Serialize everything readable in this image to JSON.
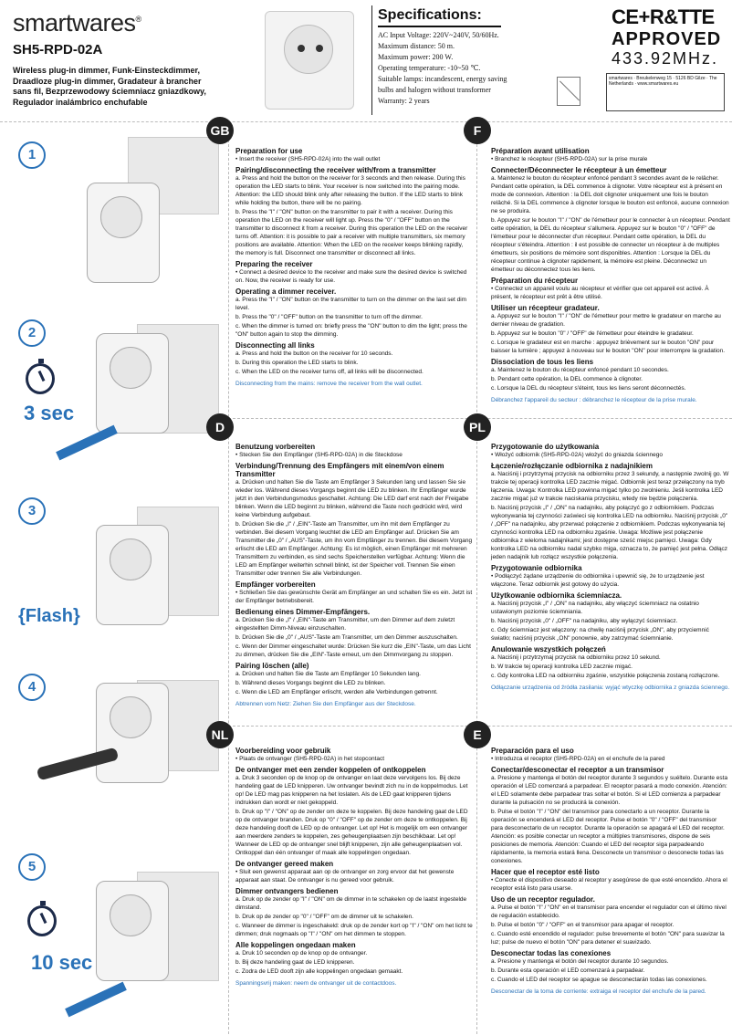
{
  "header": {
    "brand": "smartwares",
    "model": "SH5-RPD-02A",
    "subtitle": "Wireless plug-in dimmer, Funk-Einsteckdimmer, Draadloze plug-in dimmer, Gradateur à brancher sans fil, Bezprzewodowy ściemniacz gniazdkowy, Regulador inalámbrico enchufable"
  },
  "specs": {
    "title": "Specifications:",
    "lines": [
      "AC Input Voltage: 220V~240V, 50/60Hz.",
      "Maximum distance: 50 m.",
      "Maximum power: 200 W.",
      "Operating temperature: -10~50 ℃.",
      "Suitable lamps: incandescent, energy saving bulbs and halogen without transformer",
      "Warranty: 2 years"
    ],
    "ce": "CE+R&TTE",
    "approved": "APPROVED",
    "frequency": "433.92MHz.",
    "label_text": "smartwares · Breukelenweg 15 · 5126 BD Gilze · The Netherlands · www.smartwares.eu"
  },
  "steps": {
    "s1": "1",
    "s2": "2",
    "s3": "3",
    "s4": "4",
    "s5": "5",
    "sec3": "3 sec",
    "flash": "{Flash}",
    "sec10": "10 sec"
  },
  "badges": {
    "gb": "GB",
    "f": "F",
    "d": "D",
    "pl": "PL",
    "nl": "NL",
    "e": "E"
  },
  "gb": {
    "h1": "Preparation for use",
    "p1": "•   Insert the receiver (SH5-RPD-02A) into the wall outlet",
    "h2": "Pairing/disconnecting the receiver with/from a transmitter",
    "p2a": "a.   Press and hold the button on the receiver for 3 seconds and then release. During this operation the LED starts to blink. Your receiver is now switched into the pairing mode. Attention: the LED should blink only after releasing the button. If the LED starts to blink while holding the button, there will be no pairing.",
    "p2b": "b.  Press the \"I\" / \"ON\" button on the transmitter to pair it with a receiver. During this operation the LED on the receiver will light up. Press the \"0\" / \"OFF\" button on the transmitter to disconnect it from a receiver. During this operation the LED on the receiver turns off. Attention: it is possible to pair a receiver with multiple transmitters, six memory positions are available. Attention: When the LED on the receiver keeps blinking rapidly, the memory is full. Disconnect one transmitter or disconnect all links.",
    "h3": "Preparing the receiver",
    "p3": "•   Connect a desired device to the receiver and make sure the desired device is switched on. Now, the receiver is ready for use.",
    "h4": "Operating a dimmer receiver.",
    "p4a": "a.   Press the \"I\" / \"ON\" button on the transmitter to turn on the dimmer on the last set dim level.",
    "p4b": "b.   Press the \"0\" / \"OFF\" button on the transmitter to turn off the dimmer.",
    "p4c": "c.  When the dimmer is turned on: briefly press the \"ON\" button to dim the light; press the \"ON\" button again to stop the dimming.",
    "h5": "Disconnecting all links",
    "p5a": "a.   Press and hold the button on the receiver for 10 seconds.",
    "p5b": "b.   During this operation the LED starts to blink.",
    "p5c": "c.   When the LED on the receiver turns off, all links will be disconnected.",
    "note": "Disconnecting from the mains: remove the receiver from the wall outlet."
  },
  "fr": {
    "h1": "Préparation avant utilisation",
    "p1": "•   Branchez le récepteur (SH5-RPD-02A) sur la prise murale",
    "h2": "Connecter/Déconnecter le récepteur à un émetteur",
    "p2a": "a.   Maintenez le bouton du récepteur enfoncé pendant 3 secondes avant de le relâcher. Pendant cette opération, la DEL commence à clignoter. Votre récepteur est à présent en mode de connexion. Attention : la DEL doit clignoter uniquement une fois le bouton relâché. Si la DEL commence à clignoter lorsque le bouton est enfoncé, aucune connexion ne se produira.",
    "p2b": "b.  Appuyez sur le bouton \"I\" / \"ON\" de l'émetteur pour le connecter à un récepteur. Pendant cette opération, la DEL du récepteur s'allumera. Appuyez sur le bouton \"0\" / \"OFF\" de l'émetteur pour le déconnecter d'un récepteur. Pendant cette opération, la DEL du récepteur s'éteindra. Attention : il est possible de connecter un récepteur à de multiples émetteurs, six positions de mémoire sont disponibles. Attention : Lorsque la DEL du récepteur continue à clignoter rapidement, la mémoire est pleine. Déconnectez un émetteur ou déconnectez tous les liens.",
    "h3": "Préparation du récepteur",
    "p3": "•   Connectez un appareil voulu au récepteur et vérifier que cet appareil est activé. À présent, le récepteur est prêt à être utilisé.",
    "h4": "Utiliser un récepteur gradateur.",
    "p4a": "a.   Appuyez sur le bouton \"I\" / \"ON\" de l'émetteur pour mettre le gradateur en marche au dernier niveau de gradation.",
    "p4b": "b.   Appuyez sur le bouton \"0\" / \"OFF\" de l'émetteur pour éteindre le gradateur.",
    "p4c": "c. Lorsque le gradateur est en marche : appuyez brièvement sur le bouton \"ON\" pour baisser la lumière ; appuyez à nouveau sur le bouton \"ON\" pour interrompre la gradation.",
    "h5": "Dissociation de tous les liens",
    "p5a": "a.   Maintenez le bouton du récepteur enfoncé pendant 10 secondes.",
    "p5b": "b.   Pendant cette opération, la DEL commence à clignoter.",
    "p5c": "c.   Lorsque la DEL du récepteur s'éteint, tous les liens seront déconnectés.",
    "note": "Débranchez l'appareil du secteur : débranchez le récepteur de la prise murale."
  },
  "de": {
    "h1": "Benutzung vorbereiten",
    "p1": "•   Stecken Sie den Empfänger (SH5-RPD-02A) in die Steckdose",
    "h2": "Verbindung/Trennung des Empfängers mit einem/von einem Transmitter",
    "p2a": "a.   Drücken und halten Sie die Taste am Empfänger 3 Sekunden lang und lassen Sie sie wieder los. Während dieses Vorgangs beginnt die LED zu blinken. Ihr Empfänger wurde jetzt in den Verbindungsmodus geschaltet. Achtung: Die LED darf erst nach der Freigabe blinken. Wenn die LED beginnt zu blinken, während die Taste noch gedrückt wird, wird keine Verbindung aufgebaut.",
    "p2b": "b. Drücken Sie die „I\" / „EIN\"-Taste am Transmitter, um ihn mit dem Empfänger zu verbinden. Bei diesem Vorgang leuchtet die LED am Empfänger auf. Drücken Sie am Transmitter die „0\" / „AUS\"-Taste, um ihn vom Empfänger zu trennen. Bei diesem Vorgang erlischt die LED am Empfänger. Achtung: Es ist möglich, einen Empfänger mit mehreren Transmittern zu verbinden, es sind sechs Speicherstellen verfügbar. Achtung: Wenn die LED am Empfänger weiterhin schnell blinkt, ist der Speicher voll. Trennen Sie einen Transmitter oder trennen Sie alle Verbindungen.",
    "h3": "Empfänger vorbereiten",
    "p3": "•   Schließen Sie das gewünschte Gerät am Empfänger an und schalten Sie es ein. Jetzt ist der Empfänger betriebsbereit.",
    "h4": "Bedienung eines Dimmer-Empfängers.",
    "p4a": "a.   Drücken Sie die „I\" / „EIN\"-Taste am Transmitter, um den Dimmer auf dem zuletzt eingestellten Dimm-Niveau einzuschalten.",
    "p4b": "b.   Drücken Sie die „0\" / „AUS\"-Taste am Transmitter, um den Dimmer auszuschalten.",
    "p4c": "c.  Wenn der Dimmer eingeschaltet wurde: Drücken Sie kurz die „EIN\"-Taste, um das Licht zu dimmen, drücken Sie die „EIN\"-Taste erneut, um den Dimmvorgang zu stoppen.",
    "h5": "Pairing löschen (alle)",
    "p5a": "a.   Drücken und halten Sie die Taste am Empfänger 10 Sekunden lang.",
    "p5b": "b.   Während dieses Vorgangs beginnt die LED zu blinken.",
    "p5c": "c.   Wenn die LED am Empfänger erlischt, werden alle Verbindungen getrennt.",
    "note": "Abtrennen vom Netz: Ziehen Sie den Empfänger aus der Steckdose."
  },
  "pl": {
    "h1": "Przygotowanie do użytkowania",
    "p1": "•   Włożyć odbiornik (SH5-RPD-02A) włożyć do gniazda ściennego",
    "h2": "Łączenie/rozłączanie odbiornika z nadajnikiem",
    "p2a": "a.   Naciśnij i przytrzymaj przycisk na odbiorniku przez 3 sekundy, a następnie zwolnij go. W trakcie tej operacji kontrolka LED zacznie migać. Odbiornik jest teraz przełączony na tryb łączenia. Uwaga: Kontrolka LED powinna migać tylko po zwolnieniu. Jeśli kontrolka LED zacznie migać już w trakcie naciskania przycisku, wtedy nie będzie połączenia.",
    "p2b": "b. Naciśnij przycisk „I\" / „ON\" na nadajniku, aby połączyć go z odbiornikiem. Podczas wykonywania tej czynności zaświeci się kontrolka LED na odbiorniku. Naciśnij przycisk „0\" / „OFF\" na nadajniku, aby przerwać połączenie z odbiornikiem. Podczas wykonywania tej czynności kontrolka LED na odbiorniku zgaśnie. Uwaga: Możliwe jest połączenie odbiornika z wieloma nadajnikami; jest dostępne sześć miejsc pamięci. Uwaga: Gdy kontrolka LED na odbiorniku nadal szybko miga, oznacza to, że pamięć jest pełna. Odłącz jeden nadajnik lub rozłącz wszystkie połączenia.",
    "h3": "Przygotowanie odbiornika",
    "p3": "•   Podłączyć żądane urządzenie do odbiornika i upewnić się, że to urządzenie jest włączone. Teraz odbiornik jest gotowy do użycia.",
    "h4": "Użytkowanie odbiornika ściemniacza.",
    "p4a": "a.   Naciśnij przycisk „I\" / „ON\" na nadajniku, aby włączyć ściemniacz na ostatnio ustawionym poziomie ściemniania.",
    "p4b": "b.   Naciśnij przycisk „0\" / „OFF\" na nadajniku, aby wyłączyć ściemniacz.",
    "p4c": "c.  Gdy ściemniacz jest włączony: na chwilę naciśnij przycisk „ON\", aby przyciemnić światło; naciśnij przycisk „ON\" ponownie, aby zatrzymać ściemnianie.",
    "h5": "Anulowanie wszystkich połączeń",
    "p5a": "a.   Naciśnij i przytrzymaj przycisk na odbiorniku przez 10 sekund.",
    "p5b": "b.   W trakcie tej operacji kontrolka LED zacznie migać.",
    "p5c": "c.   Gdy kontrolka LED na odbiorniku zgaśnie, wszystkie połączenia zostaną rozłączone.",
    "note": "Odłączanie urządzenia od źródła zasilania: wyjąć wtyczkę odbiornika z gniazda ściennego."
  },
  "nl": {
    "h1": "Voorbereiding voor gebruik",
    "p1": "•   Plaats de ontvanger (SH5-RPD-02A) in het stopcontact",
    "h2": "De ontvanger met een zender koppelen of ontkoppelen",
    "p2a": "a.   Druk 3 seconden op de knop op de ontvanger en laat deze vervolgens los. Bij deze handeling gaat de LED knipperen. Uw ontvanger bevindt zich nu in de koppelmodus. Let op! De LED mag pas knipperen na het loslaten. Als de LED gaat knipperen tijdens indrukken dan wordt er niet gekoppeld.",
    "p2b": "b. Druk op \"I\" / \"ON\" op de zender om deze te koppelen. Bij deze handeling gaat de LED op de ontvanger branden. Druk op \"0\" / \"OFF\" op de zender om deze te ontkoppelen. Bij deze handeling dooft de LED op de ontvanger. Let op! Het is mogelijk om een ontvanger aan meerdere zenders te koppelen, zes geheugenplaatsen zijn beschikbaar. Let op! Wanneer de LED op de ontvanger snel blijft knipperen, zijn alle geheugenplaatsen vol. Ontkoppel dan één ontvanger of maak alle koppelingen ongedaan.",
    "h3": "De ontvanger gereed maken",
    "p3": "•   Sluit een gewenst apparaat aan op de ontvanger en zorg ervoor dat het gewenste apparaat aan staat. De ontvanger is nu gereed voor gebruik.",
    "h4": "Dimmer ontvangers bedienen",
    "p4a": "a.   Druk op de zender op \"I\" / \"ON\" om de dimmer in te schakelen op de laatst ingestelde dimstand.",
    "p4b": "b.   Druk op de zender op \"0\" / \"OFF\" om de dimmer uit te schakelen.",
    "p4c": "c. Wanneer de dimmer is ingeschakeld: druk op de zender kort op \"I\" / \"ON\" om het licht te dimmen; druk nogmaals op \"I\" / \"ON\" om het dimmen te stoppen.",
    "h5": "Alle koppelingen ongedaan maken",
    "p5a": "a.   Druk 10 seconden op de knop op de ontvanger.",
    "p5b": "b.   Bij deze handeling gaat de LED knipperen.",
    "p5c": "c.   Zodra de LED dooft zijn alle koppelingen ongedaan gemaakt.",
    "note": "Spanningsvrij maken: neem de ontvanger uit de contactdoos."
  },
  "es": {
    "h1": "Preparación para el uso",
    "p1": "•   Introduzca el receptor (SH5-RPD-02A) en el enchufe de la pared",
    "h2": "Conectar/desconectar el receptor a un transmisor",
    "p2a": "a.   Presione y mantenga el botón del receptor durante 3 segundos y suéltelo. Durante esta operación el LED comenzará a parpadear. El receptor pasará a modo conexión. Atención: el LED solamente debe parpadear tras soltar el botón. Si el LED comienza a parpadear durante la pulsación no se producirá la conexión.",
    "p2b": "b. Pulse el botón \"I\" / \"ON\" del transmisor para conectarlo a un receptor. Durante la operación se encenderá el LED del receptor. Pulse el botón \"0\" / \"OFF\" del transmisor para desconectarlo de un receptor. Durante la operación se apagará el LED del receptor. Atención: es posible conectar un receptor a múltiples transmisores, dispone de seis posiciones de memoria. Atención: Cuando el LED del receptor siga parpadeando rápidamente, la memoria estará llena. Desconecte un transmisor o desconecte todas las conexiones.",
    "h3": "Hacer que el receptor esté listo",
    "p3": "•   Conecte el dispositivo deseado al receptor y asegúrese de que esté encendido. Ahora el receptor está listo para usarse.",
    "h4": "Uso de un receptor regulador.",
    "p4a": "a.   Pulse el botón \"I\" / \"ON\" en el transmisor para encender el regulador con el último nivel de regulación establecido.",
    "p4b": "b.   Pulse el botón \"0\" / \"OFF\" en el transmisor para apagar el receptor.",
    "p4c": "c.  Cuando esté encendido el regulador: pulse brevemente el botón \"ON\" para suavizar la luz; pulse de nuevo el botón \"ON\" para detener el suavizado.",
    "h5": "Desconectar todas las conexiones",
    "p5a": "a.   Presione y mantenga el botón del receptor durante 10 segundos.",
    "p5b": "b.   Durante esta operación el LED comenzará a parpadear.",
    "p5c": "c.   Cuando el LED del receptor se apague se desconectarán todas las conexiones.",
    "note": "Desconectar de la toma de corriente: extraiga el receptor del enchufe de la pared."
  }
}
